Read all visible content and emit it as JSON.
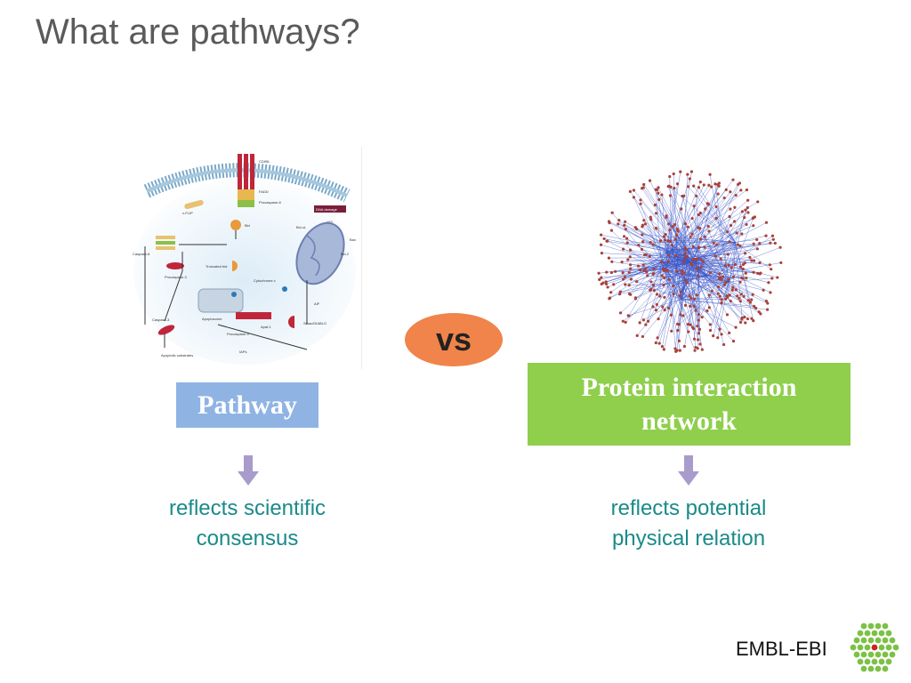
{
  "slide": {
    "title": "What are pathways?",
    "vs_label": "vs",
    "left": {
      "box_label": "Pathway",
      "note_line1": "reflects scientific",
      "note_line2": "consensus",
      "diagram_labels": {
        "cd95l": "CD95L",
        "fadd": "FADD",
        "procaspase8": "Procaspase-8",
        "cflip": "c-FLIP",
        "dna_damage": "DNA damage",
        "p53": "p53",
        "bid": "Bid",
        "bclxl": "Bcl-xL",
        "bax": "Bax",
        "bcl2": "Bcl-2",
        "caspase8": "Caspase-8",
        "truncated_bid": "Truncated bid",
        "procaspase3": "Procaspase-3",
        "cytochrome_c": "Cytochrome c",
        "aif": "AIF",
        "apoptosome": "Apoptosome",
        "apaf1": "Apaf-1",
        "smac": "Smac/DIABLO",
        "caspase3": "Caspase-3",
        "procaspase9": "Procaspase-9",
        "iaps": "IAPs",
        "apoptotic_substrates": "Apoptotic substrates"
      }
    },
    "right": {
      "box_line1": "Protein interaction",
      "box_line2": "network",
      "note_line1": "reflects potential",
      "note_line2": "physical relation"
    },
    "footer": "EMBL-EBI",
    "colors": {
      "title": "#5a5a5a",
      "vs_bg": "#f0844a",
      "pathway_box": "#8fb4e3",
      "network_box": "#8fcf4c",
      "arrow": "#a99bcc",
      "note_text": "#1a8a8a",
      "logo_green": "#7cc146",
      "logo_dot": "#cc2222"
    }
  }
}
